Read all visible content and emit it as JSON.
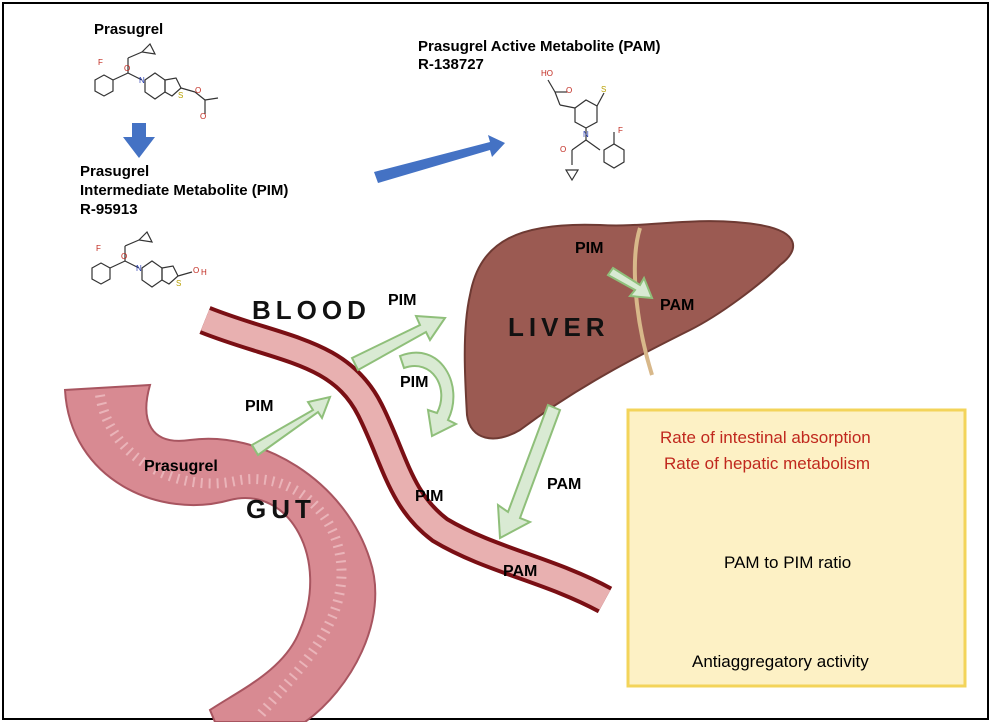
{
  "prasugrel": {
    "title": "Prasugrel"
  },
  "pim": {
    "line1": "Prasugrel",
    "line2": "Intermediate Metabolite (PIM)",
    "line3": "R-95913"
  },
  "pam": {
    "line1": "Prasugrel Active Metabolite (PAM)",
    "line2": "R-138727"
  },
  "organs": {
    "blood": "BLOOD",
    "liver": "LIVER",
    "gut": "GUT"
  },
  "flow_labels": {
    "gut_prasugrel": "Prasugrel",
    "gut_pim": "PIM",
    "blood_pim_upper": "PIM",
    "blood_pim_return": "PIM",
    "blood_pim_lower": "PIM",
    "liver_pim": "PIM",
    "liver_pam": "PAM",
    "liver_to_blood_pam": "PAM",
    "blood_pam": "PAM"
  },
  "atoms": {
    "F": "F",
    "N": "N",
    "S": "S",
    "O": "O",
    "H": "H",
    "HO": "HO",
    "SH": "S",
    "OH": "H"
  },
  "box": {
    "line1": "Rate of intestinal absorption",
    "line2": "Rate of hepatic metabolism",
    "line3": "PAM to PIM ratio",
    "line4": "Antiaggregatory activity"
  },
  "colors": {
    "blue_arrow": "#4472c4",
    "green_arrow_fill": "#d9ead3",
    "green_arrow_stroke": "#8fbf7a",
    "liver": "#9b5a52",
    "gut": "#d88a92",
    "blood_vessel": "#e8a0a0",
    "box_fill": "#fdf1c5",
    "box_border": "#f3d45a",
    "red_text": "#c0281e"
  }
}
